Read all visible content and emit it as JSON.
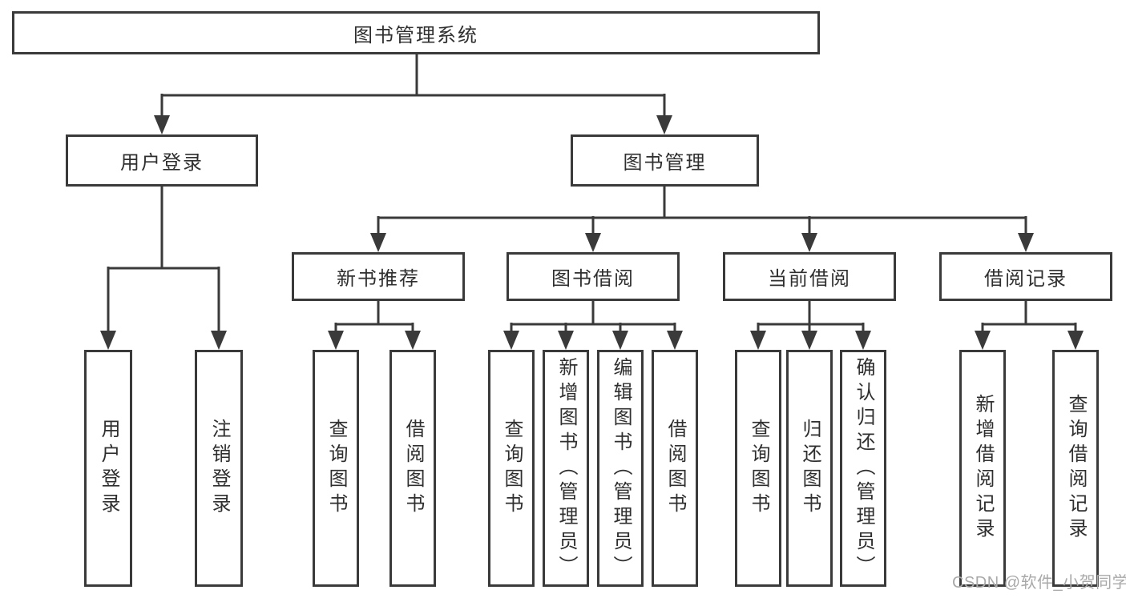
{
  "diagram_type": "hierarchy-tree",
  "tree": {
    "label": "图书管理系统",
    "children": [
      {
        "label": "用户登录",
        "children": [
          {
            "label": "用户登录"
          },
          {
            "label": "注销登录"
          }
        ]
      },
      {
        "label": "图书管理",
        "children": [
          {
            "label": "新书推荐",
            "children": [
              {
                "label": "查询图书"
              },
              {
                "label": "借阅图书"
              }
            ]
          },
          {
            "label": "图书借阅",
            "children": [
              {
                "label": "查询图书"
              },
              {
                "label": "新增图书（管理员）"
              },
              {
                "label": "编辑图书（管理员）"
              },
              {
                "label": "借阅图书"
              }
            ]
          },
          {
            "label": "当前借阅",
            "children": [
              {
                "label": "查询图书"
              },
              {
                "label": "归还图书"
              },
              {
                "label": "确认归还（管理员）"
              }
            ]
          },
          {
            "label": "借阅记录",
            "children": [
              {
                "label": "新增借阅记录"
              },
              {
                "label": "查询借阅记录"
              }
            ]
          }
        ]
      }
    ]
  },
  "watermark": {
    "text": "CSDN @软件_小贺同学"
  },
  "colors": {
    "background": "#ffffff",
    "line": "#3a3a3a",
    "box_border": "#3a3a3a",
    "text": "#2f2f2f",
    "watermark": "#a9a9a9"
  }
}
